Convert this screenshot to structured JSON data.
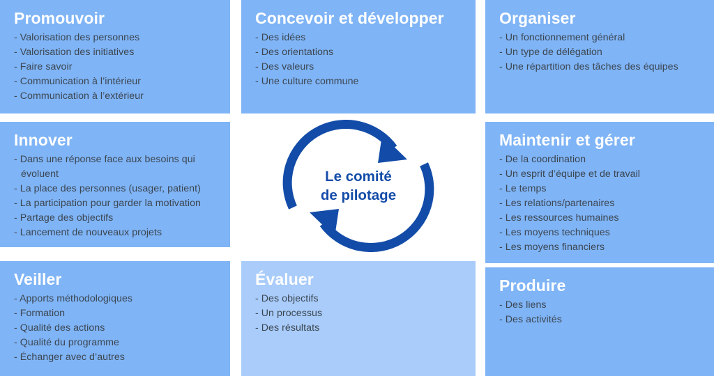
{
  "theme": {
    "panel_color": "#7fb4f6",
    "panel_color_light": "#a9ccfa",
    "title_color": "#ffffff",
    "bullet_text_color": "#3c4651",
    "accent_blue": "#134ca8",
    "background": "#ffffff"
  },
  "center": {
    "name": "cycle-diagram",
    "line1": "Le comité",
    "line2": "de pilotage",
    "arrow_top_icon": "clockwise-arrow-head-icon",
    "arrow_bottom_icon": "counter-arrow-head-icon"
  },
  "panels": [
    {
      "id": "promouvoir",
      "title": "Promouvoir",
      "shade": "normal",
      "bullets": [
        "- Valorisation des personnes",
        "- Valorisation des initiatives",
        "- Faire savoir",
        "- Communication à l’intérieur",
        "- Communication à l’extérieur"
      ]
    },
    {
      "id": "concevoir",
      "title": "Concevoir et développer",
      "shade": "normal",
      "bullets": [
        "- Des idées",
        "- Des orientations",
        "- Des valeurs",
        "- Une culture commune"
      ]
    },
    {
      "id": "organiser",
      "title": "Organiser",
      "shade": "normal",
      "bullets": [
        "- Un fonctionnement général",
        "- Un type de délégation",
        "- Une répartition des tâches des équipes"
      ]
    },
    {
      "id": "innover",
      "title": "Innover",
      "shade": "normal",
      "bullets": [
        "- Dans une réponse face aux besoins qui évoluent",
        "- La place des personnes (usager, patient)",
        "- La participation pour garder la motivation",
        "- Partage des objectifs",
        "- Lancement de nouveaux projets"
      ]
    },
    {
      "id": "maintenir",
      "title": "Maintenir et gérer",
      "shade": "normal",
      "bullets": [
        "- De la coordination",
        "- Un esprit d’équipe et de travail",
        "- Le temps",
        "- Les relations/partenaires",
        "- Les ressources humaines",
        "- Les moyens techniques",
        "- Les moyens financiers"
      ]
    },
    {
      "id": "veiller",
      "title": "Veiller",
      "shade": "normal",
      "bullets": [
        "- Apports méthodologiques",
        "- Formation",
        "- Qualité des actions",
        "- Qualité du programme",
        "- Échanger avec d’autres"
      ]
    },
    {
      "id": "evaluer",
      "title": "Évaluer",
      "shade": "light",
      "bullets": [
        "- Des objectifs",
        "- Un processus",
        "- Des résultats"
      ]
    },
    {
      "id": "produire",
      "title": "Produire",
      "shade": "normal",
      "bullets": [
        "- Des liens",
        "- Des activités"
      ]
    }
  ]
}
